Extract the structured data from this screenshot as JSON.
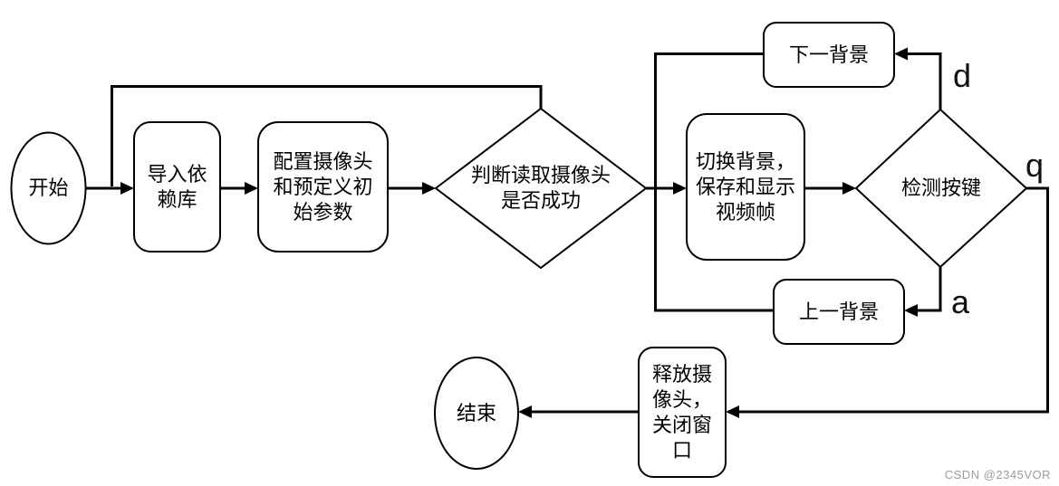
{
  "diagram": {
    "title": "camera background switching flowchart",
    "colors": {
      "background": "#ffffff",
      "stroke": "#000000",
      "text": "#000000",
      "watermark": "#9b9ba1"
    },
    "nodes": {
      "start": {
        "type": "terminator-ellipse",
        "label": "开始"
      },
      "import_libs": {
        "type": "process",
        "label": [
          "导入依",
          "赖库"
        ]
      },
      "configure_camera": {
        "type": "process",
        "label": [
          "配置摄像头",
          "和预定义初",
          "始参数"
        ]
      },
      "check_camera_read": {
        "type": "decision",
        "label": [
          "判断读取摄像头",
          "是否成功"
        ]
      },
      "switch_background": {
        "type": "process",
        "label": [
          "切换背景，",
          "保存和显示",
          "视频帧"
        ]
      },
      "detect_keypress": {
        "type": "decision",
        "label": "检测按键"
      },
      "next_background": {
        "type": "process",
        "label": "下一背景"
      },
      "prev_background": {
        "type": "process",
        "label": "上一背景"
      },
      "release_camera": {
        "type": "process",
        "label": [
          "释放摄",
          "像头，",
          "关闭窗",
          "口"
        ]
      },
      "end": {
        "type": "terminator-ellipse",
        "label": "结束"
      }
    },
    "edge_labels": {
      "next_key": "d",
      "quit_key": "q",
      "prev_key": "a"
    },
    "watermark": "CSDN @2345VOR"
  }
}
